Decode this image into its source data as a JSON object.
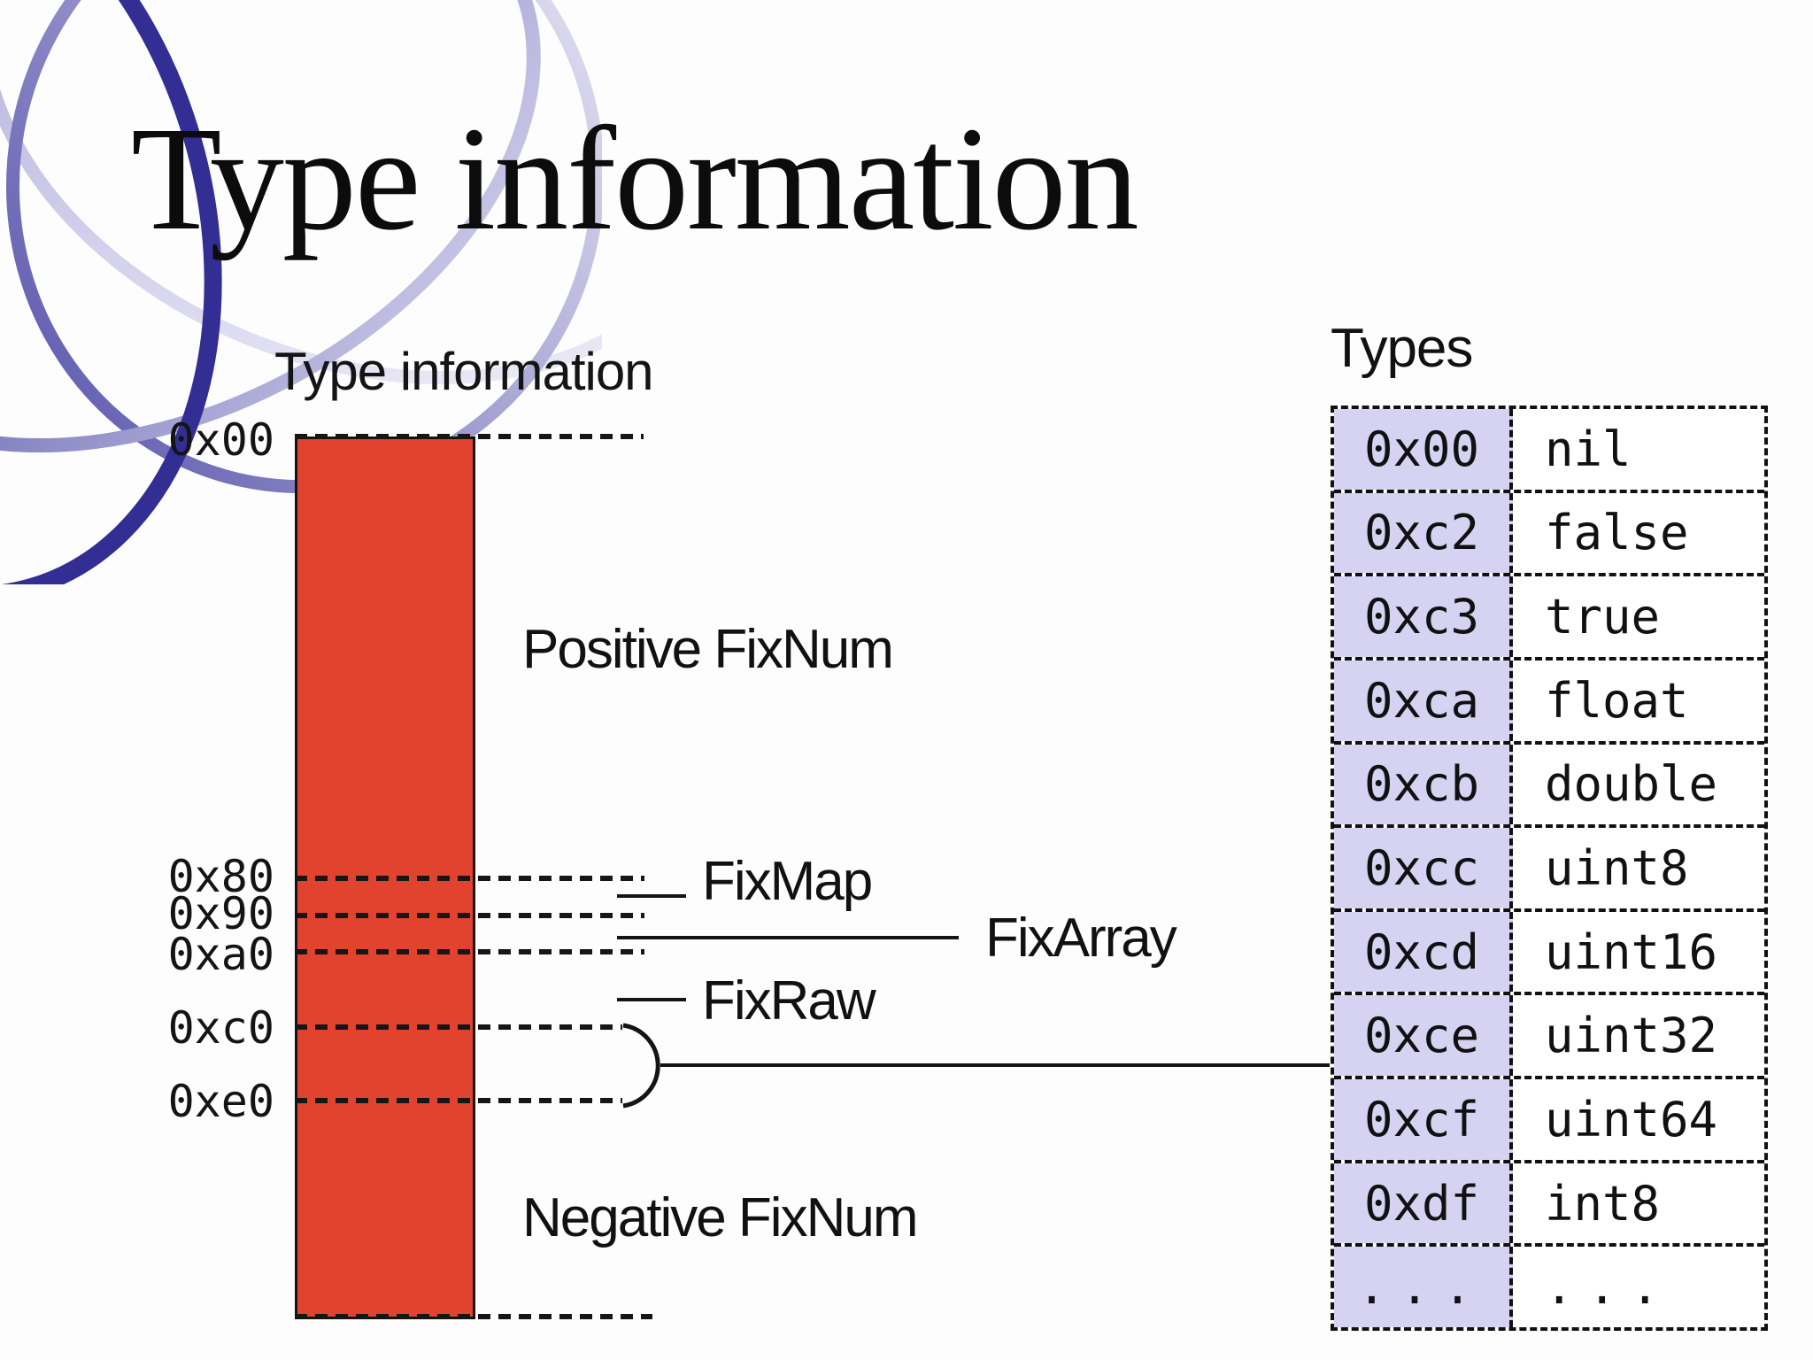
{
  "slide_title": "Type information",
  "diagram": {
    "heading": "Type information",
    "bar_color": "#e2432f",
    "axis_labels": [
      "0x00",
      "0x80",
      "0x90",
      "0xa0",
      "0xc0",
      "0xe0"
    ],
    "labels": {
      "positive": "Positive FixNum",
      "fixmap": "FixMap",
      "fixarray": "FixArray",
      "fixraw": "FixRaw",
      "negative": "Negative FixNum"
    }
  },
  "types_table": {
    "heading": "Types",
    "code_cell_bg": "#d6d2f1",
    "rows": [
      {
        "code": "0x00",
        "name": "nil"
      },
      {
        "code": "0xc2",
        "name": "false"
      },
      {
        "code": "0xc3",
        "name": "true"
      },
      {
        "code": "0xca",
        "name": "float"
      },
      {
        "code": "0xcb",
        "name": "double"
      },
      {
        "code": "0xcc",
        "name": "uint8"
      },
      {
        "code": "0xcd",
        "name": "uint16"
      },
      {
        "code": "0xce",
        "name": "uint32"
      },
      {
        "code": "0xcf",
        "name": "uint64"
      },
      {
        "code": "0xdf",
        "name": "int8"
      },
      {
        "code": "...",
        "name": "..."
      }
    ]
  }
}
